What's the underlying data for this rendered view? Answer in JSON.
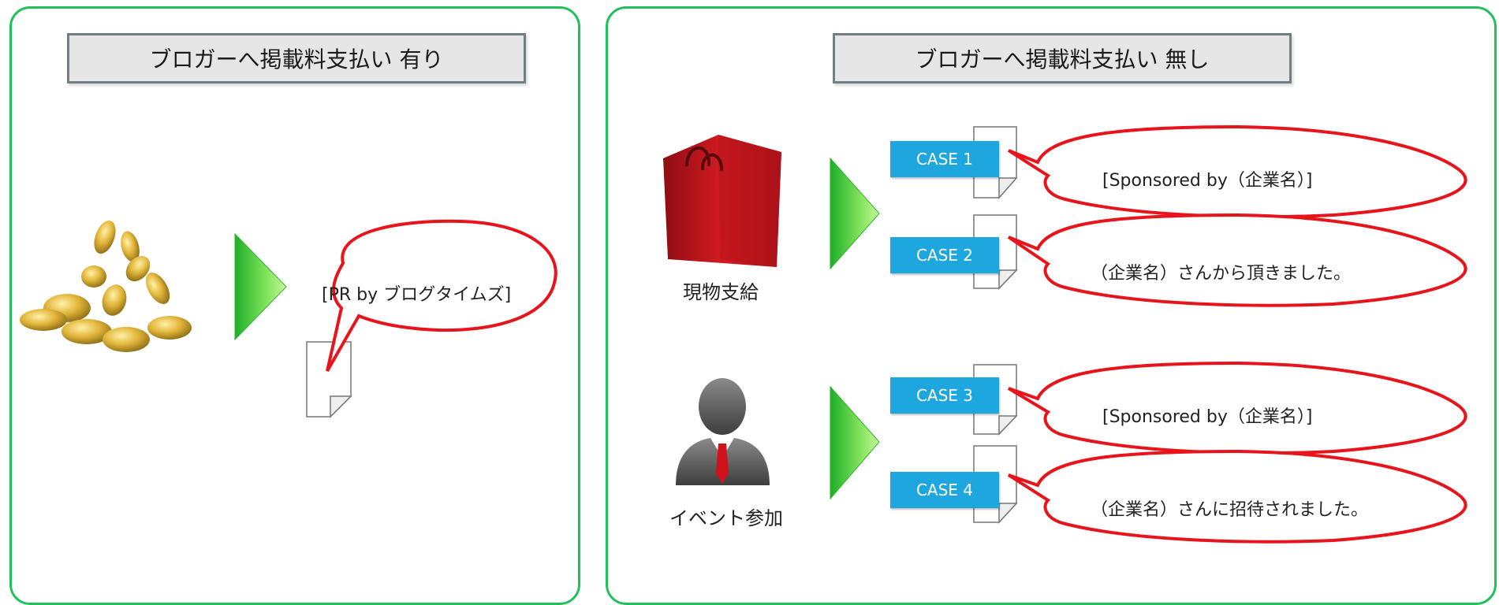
{
  "left": {
    "header": "ブロガーへ掲載料支払い 有り",
    "bubble": "[PR by ブログタイムズ]"
  },
  "right": {
    "header": "ブロガーへ掲載料支払い 無し",
    "groups": [
      {
        "label": "現物支給",
        "icon": "shopping-bag-icon"
      },
      {
        "label": "イベント参加",
        "icon": "businessman-icon"
      }
    ],
    "cases": [
      {
        "case": "CASE 1",
        "text": "[Sponsored by（企業名）]"
      },
      {
        "case": "CASE 2",
        "text": "（企業名）さんから頂きました。"
      },
      {
        "case": "CASE 3",
        "text": "[Sponsored by（企業名）]"
      },
      {
        "case": "CASE 4",
        "text": "（企業名）さんに招待されました。"
      }
    ]
  },
  "colors": {
    "panel_border": "#22c05a",
    "bubble_stroke": "#e8141b",
    "case_fill": "#1ea6df",
    "arrow_green": "#3cc83c",
    "bag_red": "#c8141e"
  }
}
